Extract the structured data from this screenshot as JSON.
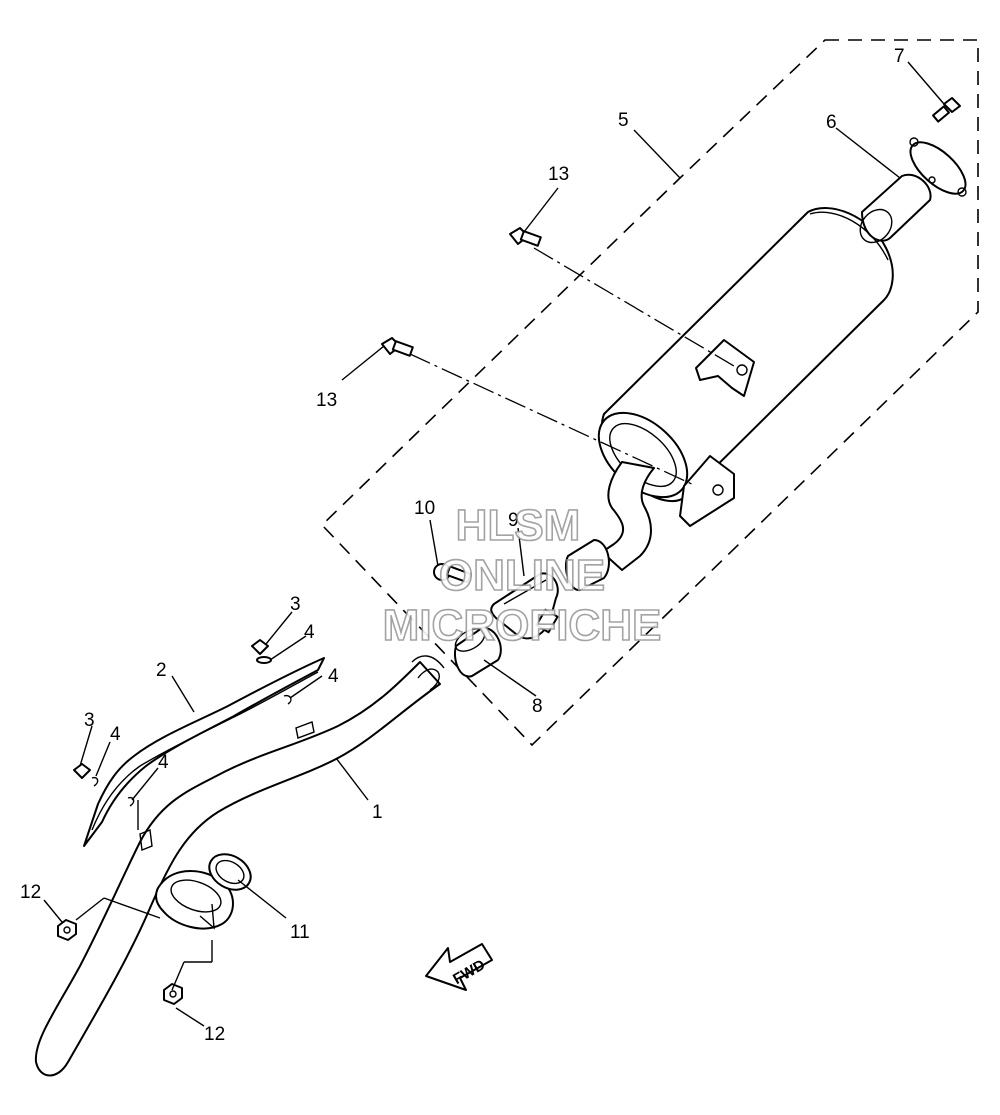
{
  "callouts": {
    "p1": "1",
    "p2": "2",
    "p3a": "3",
    "p3b": "3",
    "p4a": "4",
    "p4b": "4",
    "p4c": "4",
    "p4d": "4",
    "p5": "5",
    "p6": "6",
    "p7": "7",
    "p8": "8",
    "p9": "9",
    "p10": "10",
    "p11": "11",
    "p12a": "12",
    "p12b": "12",
    "p13a": "13",
    "p13b": "13"
  },
  "fwd_label": "FWD",
  "watermark": {
    "line1": "HLSM",
    "line2": "ONLINE",
    "line3": "MICROFICHE"
  }
}
